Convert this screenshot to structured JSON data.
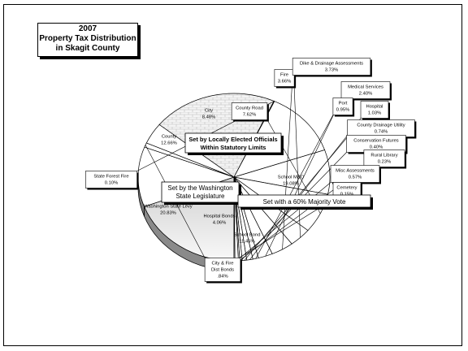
{
  "title_lines": [
    "2007",
    "Property Tax Distribution",
    "in Skagit County"
  ],
  "chart_data": {
    "type": "pie",
    "title": "2007 Property Tax Distribution in Skagit County",
    "slices": [
      {
        "label": "School M&O",
        "value": 19.08,
        "display": "19.08%",
        "color": "#e6e6e6"
      },
      {
        "label": "School Bond",
        "value": 11.45,
        "display": "11.45%",
        "color": "#ffffff"
      },
      {
        "label": "City & Fire Dist Bonds",
        "value": 0.84,
        "display": ".84%",
        "color": "#ffffff"
      },
      {
        "label": "Hospital Bonds",
        "value": 4.06,
        "display": "4.06%",
        "color": "#ffffff"
      },
      {
        "label": "Washington State Levy",
        "value": 20.83,
        "display": "20.83%",
        "color": "#ececec"
      },
      {
        "label": "State Forest Fire",
        "value": 0.1,
        "display": "0.10%",
        "color": "#ffffff"
      },
      {
        "label": "County",
        "value": 12.66,
        "display": "12.66%",
        "color": "#ffffff"
      },
      {
        "label": "City",
        "value": 8.48,
        "display": "8.48%",
        "color": "#ffffff"
      },
      {
        "label": "County Road",
        "value": 7.62,
        "display": "7.62%",
        "color": "#ffffff"
      },
      {
        "label": "Fire",
        "value": 3.66,
        "display": "3.66%",
        "color": "#ffffff"
      },
      {
        "label": "Dike & Drainage Assessments",
        "value": 3.73,
        "display": "3.73%",
        "color": "#ffffff"
      },
      {
        "label": "Medical Services",
        "value": 2.4,
        "display": "2.40%",
        "color": "#ffffff"
      },
      {
        "label": "Port",
        "value": 0.95,
        "display": "0.95%",
        "color": "#ffffff"
      },
      {
        "label": "Hospital",
        "value": 1.03,
        "display": "1.03%",
        "color": "#ffffff"
      },
      {
        "label": "County Drainage Utility",
        "value": 0.74,
        "display": "0.74%",
        "color": "#ffffff"
      },
      {
        "label": "Conservation Futures",
        "value": 0.4,
        "display": "0.40%",
        "color": "#ffffff"
      },
      {
        "label": "Rural Library",
        "value": 0.23,
        "display": "0.23%",
        "color": "#ffffff"
      },
      {
        "label": "Misc Assessments",
        "value": 0.57,
        "display": "0.57%",
        "color": "#ffffff"
      },
      {
        "label": "Cemetery",
        "value": 0.15,
        "display": "0.15%",
        "color": "#ffffff"
      }
    ],
    "annotations": [
      "Set by Locally Elected Officials Within Statutory Limits",
      "Set by the Washington State Legislature",
      "Set with a 60% Majority Vote"
    ]
  }
}
